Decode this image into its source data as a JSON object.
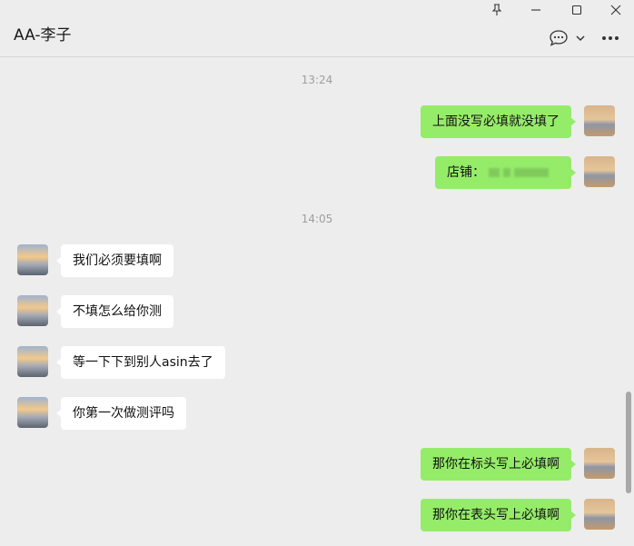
{
  "window": {
    "title": "AA-李子",
    "controls": [
      "pin-icon",
      "minimize-icon",
      "maximize-icon",
      "close-icon"
    ]
  },
  "header": {
    "icons": [
      "chat-bubble-icon",
      "chevron-down-icon",
      "more-icon"
    ]
  },
  "colors": {
    "self_bubble": "#95ec69",
    "other_bubble": "#ffffff",
    "background": "#ededed"
  },
  "messages": [
    {
      "type": "timestamp",
      "text": "13:24"
    },
    {
      "type": "message",
      "sender": "self",
      "text": "上面没写必填就没填了"
    },
    {
      "type": "message",
      "sender": "self",
      "text": "店铺：",
      "redacted": true
    },
    {
      "type": "timestamp",
      "text": "14:05"
    },
    {
      "type": "message",
      "sender": "other",
      "text": "我们必须要填啊"
    },
    {
      "type": "message",
      "sender": "other",
      "text": "不填怎么给你测"
    },
    {
      "type": "message",
      "sender": "other",
      "text": "等一下下到别人asin去了"
    },
    {
      "type": "message",
      "sender": "other",
      "text": "你第一次做测评吗"
    },
    {
      "type": "message",
      "sender": "self",
      "text": "那你在标头写上必填啊"
    },
    {
      "type": "message",
      "sender": "self",
      "text": "那你在表头写上必填啊"
    }
  ]
}
